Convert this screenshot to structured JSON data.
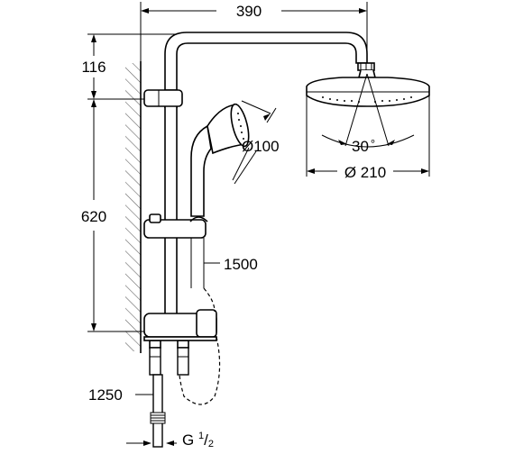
{
  "dimensions": {
    "overall_width": "390",
    "upper_height": "116",
    "bar_height": "620",
    "hand_shower_diameter": "Ø100",
    "head_angle_value": "30",
    "head_angle_unit": "°",
    "head_diameter": "Ø 210",
    "hose_length": "1500",
    "lower_hose": "1250",
    "thread_prefix": "G ",
    "thread_numerator": "1",
    "thread_separator": "/",
    "thread_denominator": "2"
  },
  "colors": {
    "line": "#000000",
    "fill": "#ffffff",
    "hatch": "#555555"
  }
}
